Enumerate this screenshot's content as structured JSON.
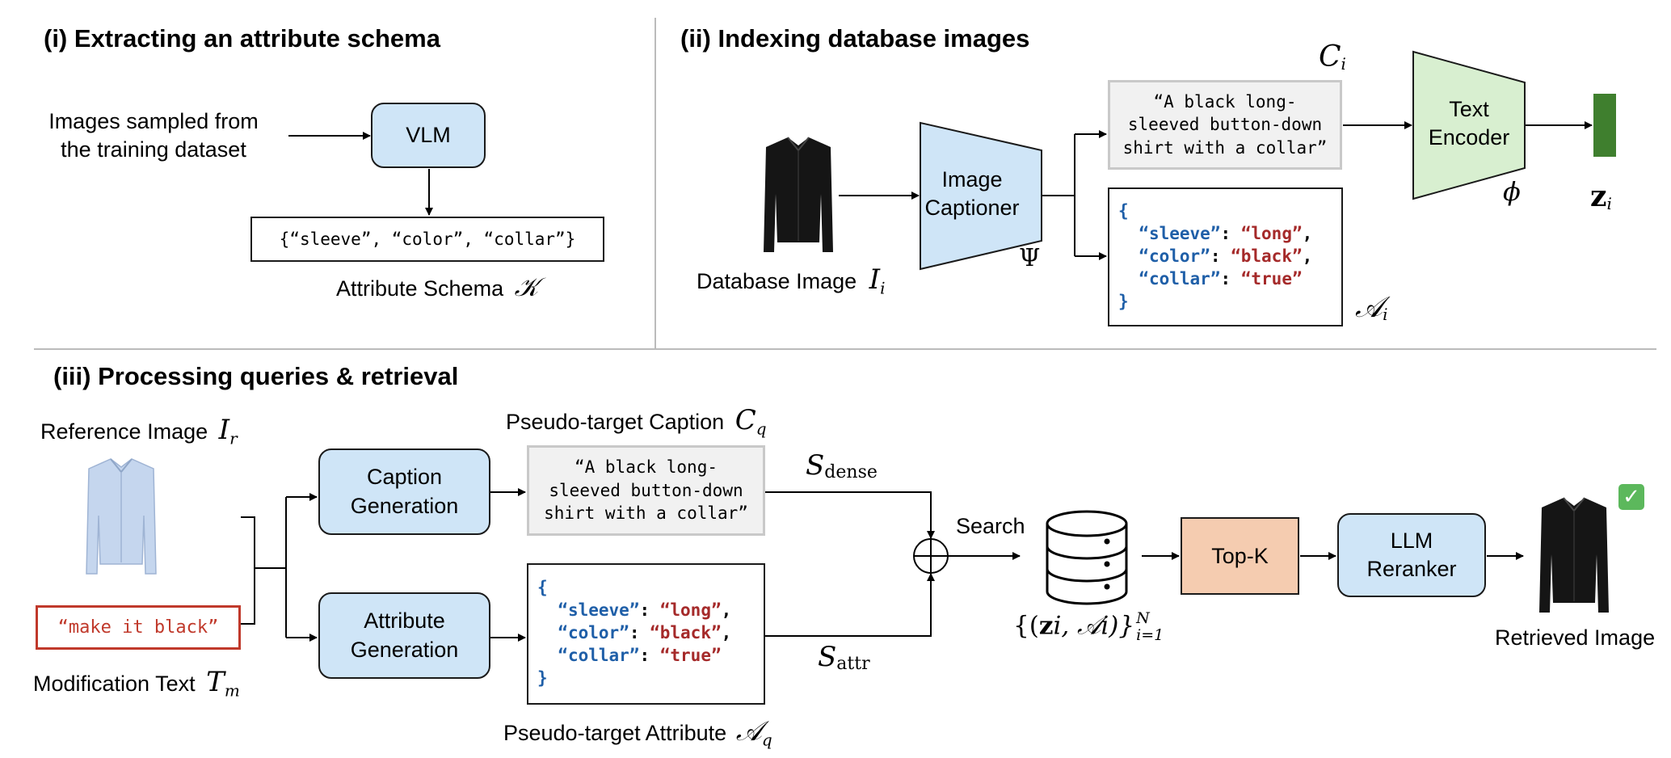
{
  "section_i": {
    "title": "(i) Extracting an attribute schema",
    "input_line1": "Images sampled from",
    "input_line2": "the training dataset",
    "vlm": "VLM",
    "schema_text": "{“sleeve”, “color”, “collar”}",
    "schema_label": "Attribute Schema",
    "schema_symbol": "𝒦"
  },
  "section_ii": {
    "title": "(ii) Indexing database images",
    "db_image_label": "Database Image",
    "db_image_symbol": "I",
    "db_image_sub": "i",
    "captioner_line1": "Image",
    "captioner_line2": "Captioner",
    "captioner_symbol": "Ψ",
    "caption_symbol": "C",
    "caption_sub": "i",
    "caption_line1": "“A black long-",
    "caption_line2": "sleeved button-down",
    "caption_line3": "shirt with a collar”",
    "attr_symbol": "𝒜",
    "attr_sub": "i",
    "encoder_line1": "Text",
    "encoder_line2": "Encoder",
    "encoder_symbol": "ϕ",
    "embedding_symbol": "z",
    "embedding_sub": "i",
    "embedding_color": "#3f7f2e"
  },
  "attributes": {
    "open": "{",
    "close": "}",
    "k1": "“sleeve”",
    "v1": "“long”",
    "k2": "“color”",
    "v2": "“black”",
    "k3": "“collar”",
    "v3": "“true”",
    "sep": ": ",
    "comma": ","
  },
  "section_iii": {
    "title": "(iii) Processing queries & retrieval",
    "ref_label": "Reference Image",
    "ref_symbol": "I",
    "ref_sub": "r",
    "mod_text": "“make it black”",
    "mod_label": "Modification Text",
    "mod_symbol": "T",
    "mod_sub": "m",
    "capgen_line1": "Caption",
    "capgen_line2": "Generation",
    "attrgen_line1": "Attribute",
    "attrgen_line2": "Generation",
    "pcap_label": "Pseudo-target Caption",
    "pcap_symbol": "C",
    "pcap_sub": "q",
    "pattr_label": "Pseudo-target Attribute",
    "pattr_symbol": "𝒜",
    "pattr_sub": "q",
    "s_dense": "S",
    "s_dense_sub": "dense",
    "s_attr": "S",
    "s_attr_sub": "attr",
    "search": "Search",
    "db_set_open": "{(",
    "db_set_z": "z",
    "db_set_mid": "i, 𝒜",
    "db_set_close": "i)}",
    "db_set_sup": "N",
    "db_set_sub": "i=1",
    "topk": "Top-K",
    "reranker_line1": "LLM",
    "reranker_line2": "Reranker",
    "retrieved_label": "Retrieved Image",
    "check_mark": "✓",
    "mod_text_color": "#c0392b",
    "topk_color": "#f5ccb0",
    "check_color": "#5cb85c"
  },
  "colors": {
    "blue_box": "#cfe5f7",
    "encoder_fill": "#d8efd0",
    "key": "#1f5fa8",
    "value": "#a52a2a"
  },
  "icons": {
    "database": "database-icon",
    "plus": "circled-plus-icon",
    "shirt_dark": "black-shirt-icon",
    "shirt_light": "light-blue-shirt-icon"
  }
}
